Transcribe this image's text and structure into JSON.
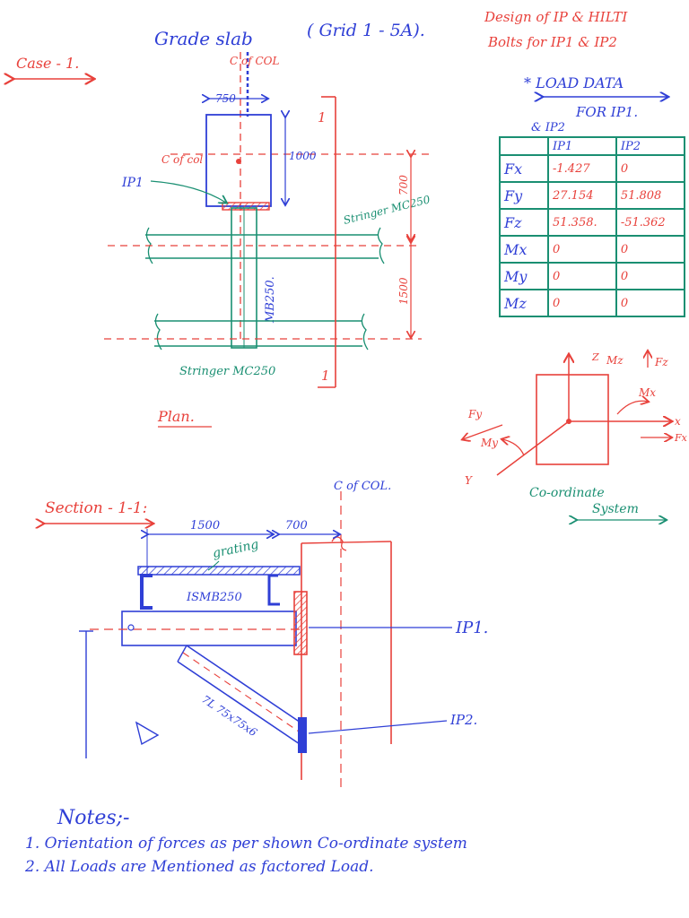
{
  "header": {
    "case": "Case - 1.",
    "grade_slab": "Grade slab",
    "grid": "( Grid 1 - 5A).",
    "design_title_1": "Design of IP & HILTI",
    "design_title_2": "Bolts for IP1 & IP2"
  },
  "plan": {
    "col_centerline_top": "C of COL",
    "col_centerline_left": "C of col",
    "dim_750": "750",
    "dim_1000": "1000",
    "dim_700": "700",
    "dim_1500": "1500",
    "ip1_label": "IP1",
    "section_marker": "1",
    "beam_label": "MB250.",
    "stringer_top": "Stringer MC250",
    "stringer_bottom": "Stringer MC250",
    "caption": "Plan."
  },
  "load_data": {
    "title": "* LOAD DATA",
    "subtitle_1": "FOR IP1.",
    "subtitle_2": "& IP2",
    "columns": [
      "",
      "IP1",
      "IP2"
    ],
    "rows": [
      {
        "label": "Fx",
        "ip1": "-1.427",
        "ip2": "0"
      },
      {
        "label": "Fy",
        "ip1": "27.154",
        "ip2": "51.808"
      },
      {
        "label": "Fz",
        "ip1": "51.358.",
        "ip2": "-51.362"
      },
      {
        "label": "Mx",
        "ip1": "0",
        "ip2": "0"
      },
      {
        "label": "My",
        "ip1": "0",
        "ip2": "0"
      },
      {
        "label": "Mz",
        "ip1": "0",
        "ip2": "0"
      }
    ]
  },
  "coordinate_system": {
    "z": "Z",
    "mz": "Mz",
    "fz": "Fz",
    "mx": "Mx",
    "x": "x",
    "fx": "Fx",
    "fy": "Fy",
    "my": "My",
    "y": "Y",
    "caption_1": "Co-ordinate",
    "caption_2": "System"
  },
  "section": {
    "title": "Section - 1-1:",
    "col_centerline": "C of COL.",
    "dim_1500": "1500",
    "dim_700": "700",
    "grating": "grating",
    "beam": "ISMB250",
    "brace": "7L 75x75x6",
    "ip1": "IP1.",
    "ip2": "IP2."
  },
  "notes": {
    "heading": "Notes;-",
    "line_1": "1. Orientation of forces as per shown Co-ordinate system",
    "line_2": "2. All Loads are Mentioned as factored Load."
  },
  "colors": {
    "red": "#e8413b",
    "blue": "#2f3fd6",
    "green": "#1a8f72"
  }
}
